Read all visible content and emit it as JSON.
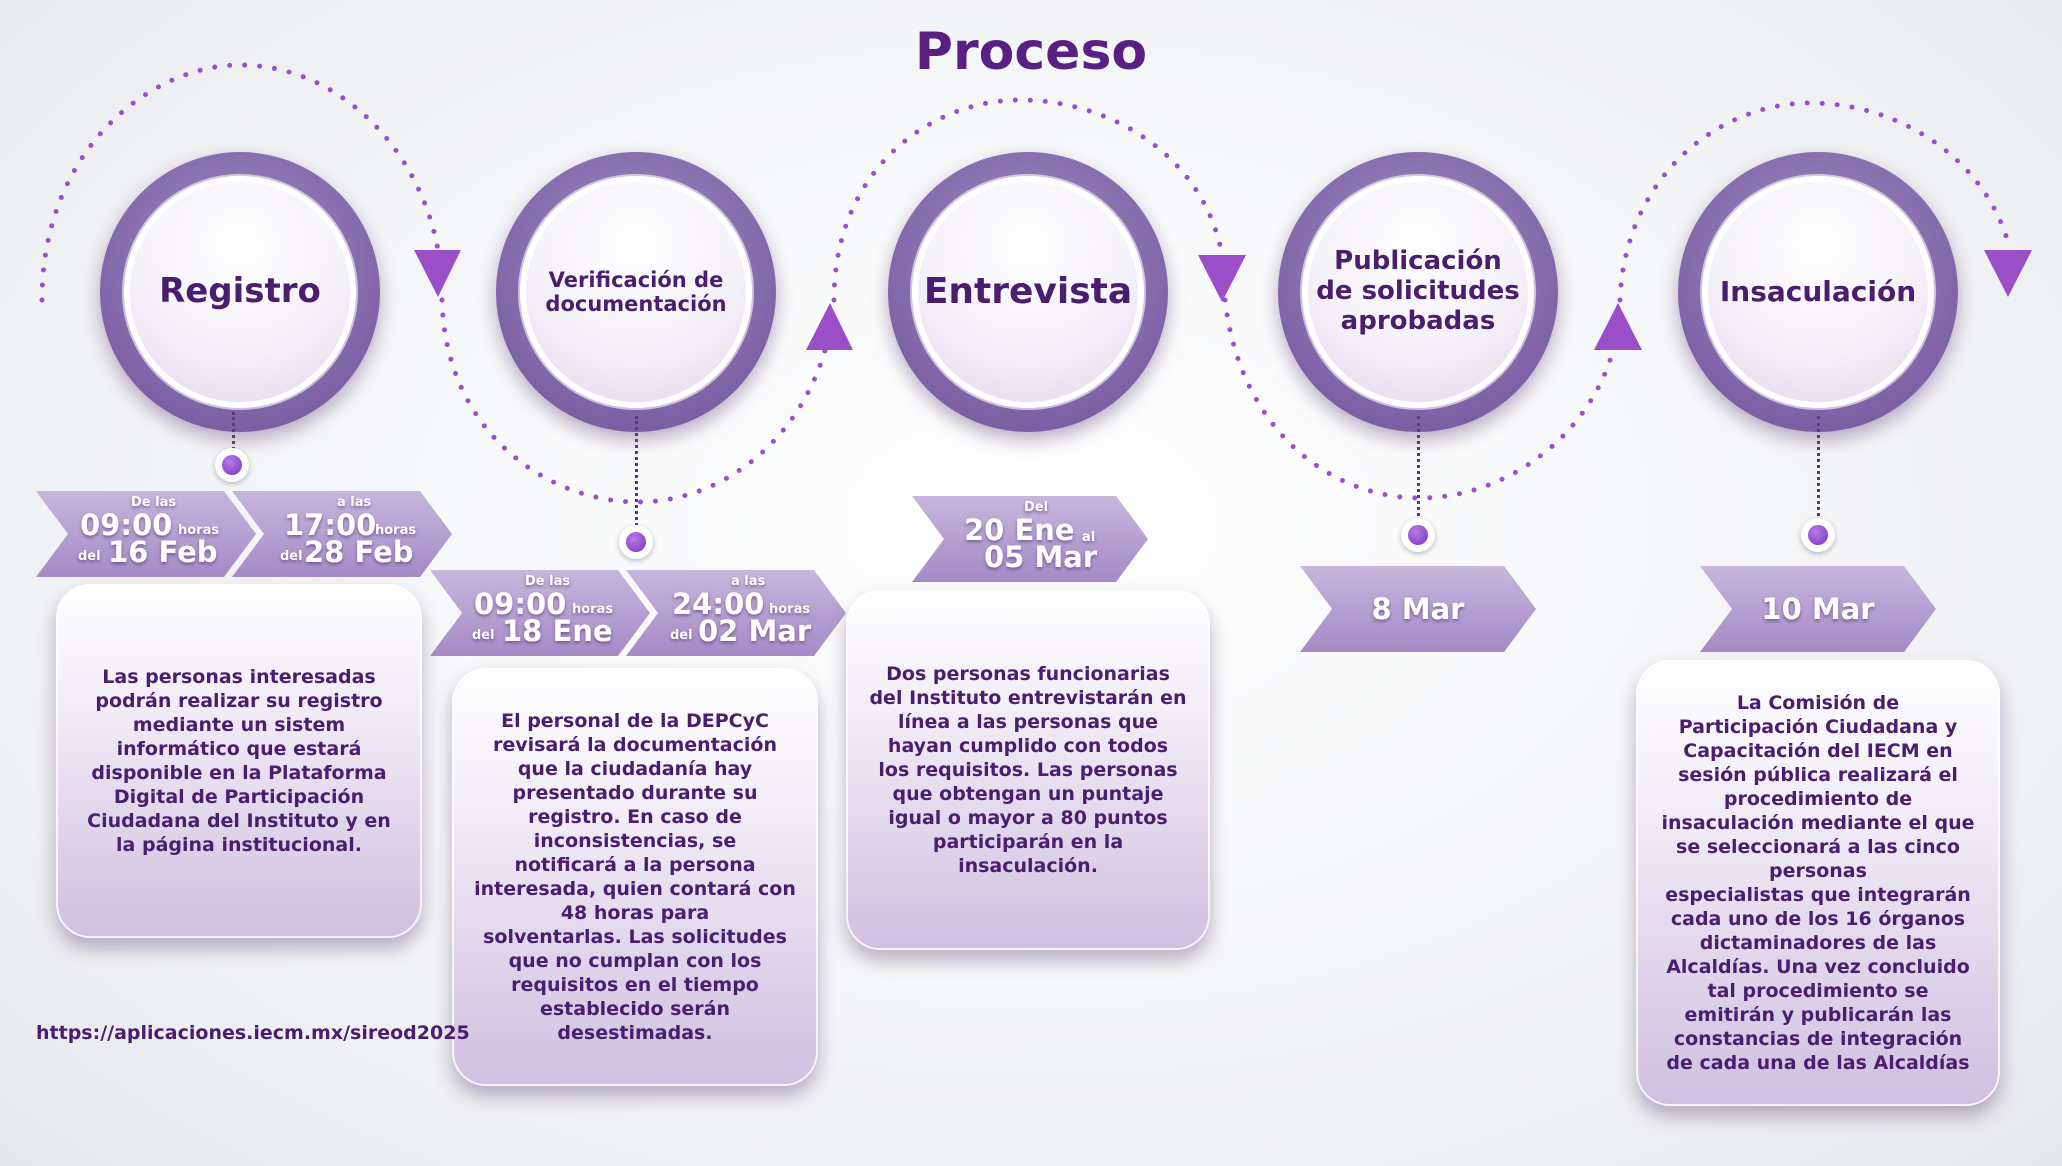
{
  "title": "Proceso",
  "colors": {
    "accent": "#5a1f82",
    "ring": "#7d63a6",
    "chevron": "#b39ed0",
    "arrow": "#9a4fc8"
  },
  "steps": [
    {
      "label": "Registro",
      "dates": [
        {
          "pre": "De las",
          "time": "09:00",
          "unit": "horas",
          "del": "del",
          "date": "16 Feb"
        },
        {
          "pre": "a las",
          "time": "17:00",
          "unit": "horas",
          "del": "del",
          "date": "28 Feb"
        }
      ],
      "text": "Las personas interesadas\npodrán realizar su registro\nmediante un sistem\ninformático que estará\ndisponible en la Plataforma\nDigital de Participación\nCiudadana del Instituto y en\nla página institucional."
    },
    {
      "label": "Verificación de\ndocumentación",
      "dates": [
        {
          "pre": "De las",
          "time": "09:00",
          "unit": "horas",
          "del": "del",
          "date": "18 Ene"
        },
        {
          "pre": "a las",
          "time": "24:00",
          "unit": "horas",
          "del": "del",
          "date": "02 Mar"
        }
      ],
      "text": "El personal de la DEPCyC\nrevisará la documentación\nque la ciudadanía hay\npresentado durante su\nregistro. En caso de\ninconsistencias, se\nnotificará a la persona\ninteresada, quien contará con\n48 horas para\nsolventarlas. Las solicitudes\nque no cumplan con los\nrequisitos en el tiempo\nestablecido serán\ndesestimadas."
    },
    {
      "label": "Entrevista",
      "dates": {
        "pre": "Del",
        "start": "20 Ene",
        "al": "al",
        "end": "05 Mar"
      },
      "text": "Dos personas funcionarias\ndel Instituto entrevistarán en\nlínea a las personas que\nhayan cumplido con todos\nlos requisitos. Las personas\nque obtengan un puntaje\nigual o mayor a 80 puntos\nparticiparán en la\ninsaculación."
    },
    {
      "label": "Publicación\nde solicitudes\naprobadas",
      "date": "8 Mar"
    },
    {
      "label": "Insaculación",
      "date": "10 Mar",
      "text": "La Comisión de\nParticipación Ciudadana y\nCapacitación del IECM en\nsesión pública realizará el\nprocedimiento de\ninsaculación mediante el que\nse seleccionará a las cinco\npersonas\nespecialistas que integrarán\ncada uno de los 16 órganos\ndictaminadores de las\nAlcaldías. Una vez concluido\ntal procedimiento se\nemitirán y publicarán las\nconstancias de integración\nde cada una de las Alcaldías"
    }
  ],
  "url": "https://aplicaciones.iecm.mx/sireod2025"
}
